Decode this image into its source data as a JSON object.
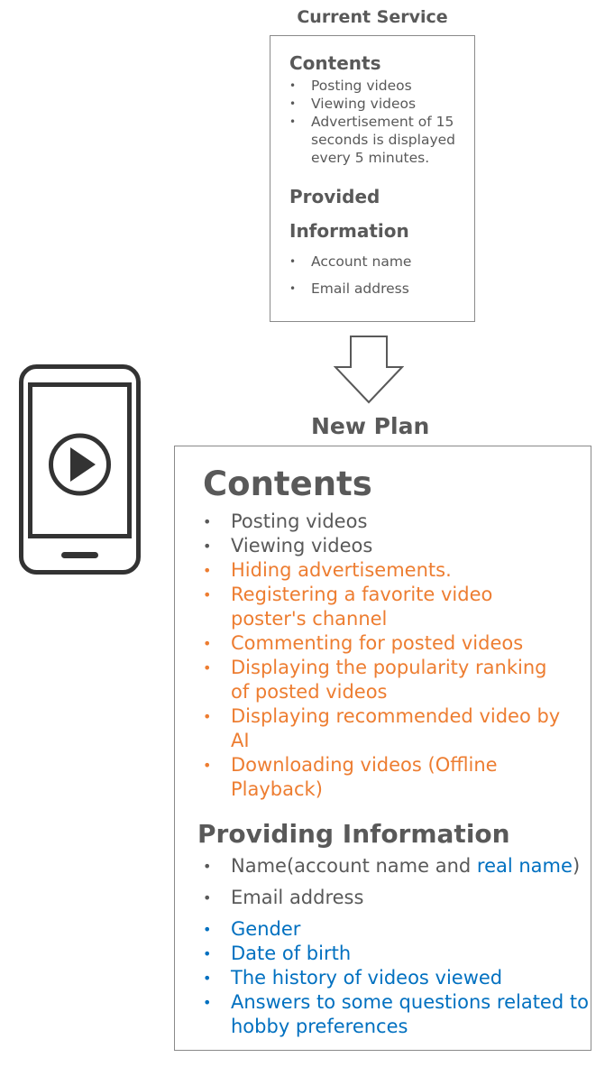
{
  "current": {
    "title": "Current Service",
    "contents_heading": "Contents",
    "contents_items": [
      "Posting videos",
      "Viewing videos",
      "Advertisement of 15 seconds is displayed every 5 minutes."
    ],
    "provided_heading_line1": "Provided",
    "provided_heading_line2": "Information",
    "provided_items": [
      "Account name",
      "Email address"
    ]
  },
  "new_plan": {
    "title": "New Plan",
    "contents_heading": "Contents",
    "contents_items": [
      "Posting videos",
      "Viewing videos",
      "Hiding advertisements.",
      "Registering a favorite video poster's channel",
      "Commenting for posted videos",
      "Displaying the popularity ranking of posted videos",
      "Displaying recommended video by AI",
      "Downloading videos (Offline Playback)"
    ],
    "providing_heading": "Providing Information",
    "providing_name_prefix": "Name(account name and ",
    "providing_name_highlight": "real name",
    "providing_name_suffix": ")",
    "providing_items": [
      "Email address",
      "Gender",
      "Date of birth",
      "The history of videos viewed",
      "Answers to some questions related to hobby preferences"
    ]
  },
  "icons": {
    "phone": "smartphone-play-icon",
    "arrow": "down-arrow-icon"
  },
  "colors": {
    "text": "#595959",
    "new_feature": "#ed7d31",
    "new_info": "#0070c0",
    "border": "#8a8a8a"
  }
}
